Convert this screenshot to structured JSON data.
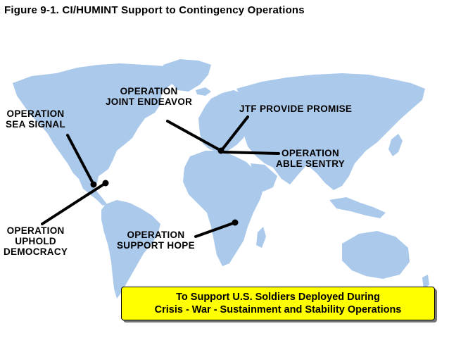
{
  "figure": {
    "title": "Figure 9-1. CI/HUMINT Support to Contingency Operations"
  },
  "map": {
    "land_color": "#abc9ea",
    "marker_color": "#000000"
  },
  "operations": [
    {
      "lines": [
        "OPERATION",
        "SEA SIGNAL"
      ]
    },
    {
      "lines": [
        "OPERATION",
        "JOINT ENDEAVOR"
      ]
    },
    {
      "lines": [
        "JTF PROVIDE PROMISE"
      ]
    },
    {
      "lines": [
        "OPERATION",
        "ABLE SENTRY"
      ]
    },
    {
      "lines": [
        "OPERATION",
        "UPHOLD",
        "DEMOCRACY"
      ]
    },
    {
      "lines": [
        "OPERATION",
        "SUPPORT HOPE"
      ]
    }
  ],
  "callout": {
    "line1": "To Support U.S. Soldiers Deployed During",
    "line2": "Crisis - War - Sustainment and Stability Operations",
    "color": "#ffff00"
  }
}
